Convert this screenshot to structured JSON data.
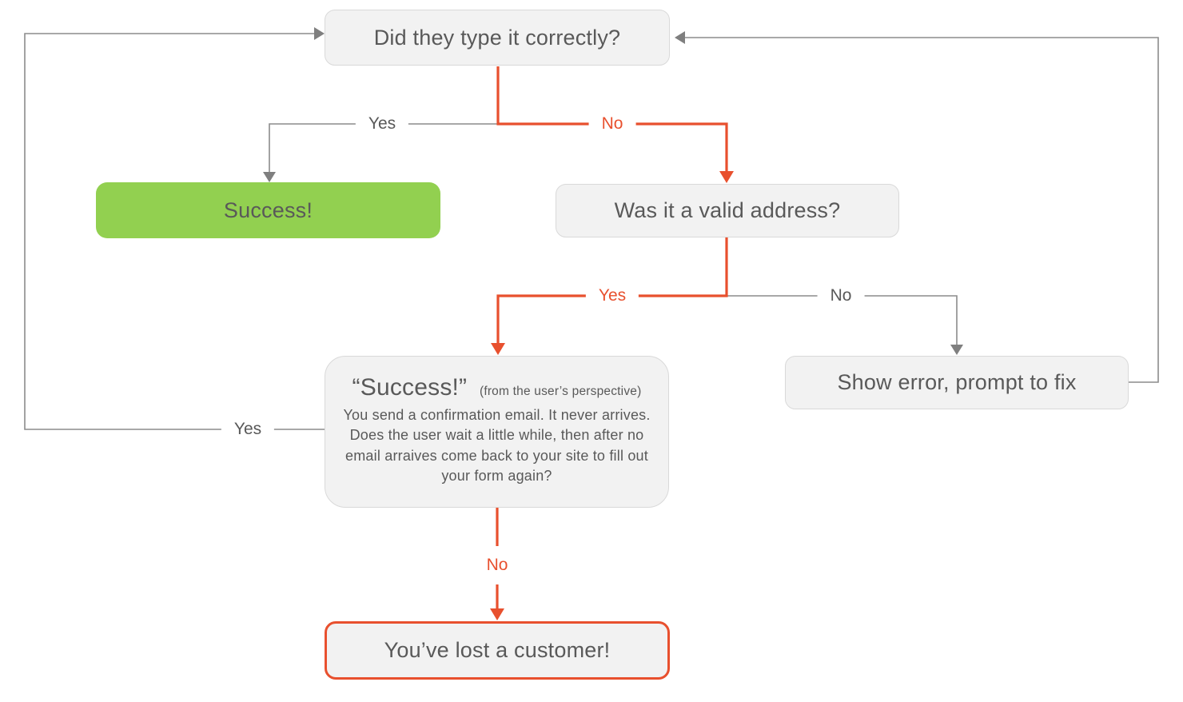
{
  "diagram": {
    "title_hint": "Email confirmation flowchart",
    "nodes": {
      "q1": {
        "label": "Did they type it correctly?"
      },
      "success": {
        "label": "Success!"
      },
      "q2": {
        "label": "Was it a valid address?"
      },
      "pseudo": {
        "title": "“Success!”",
        "subtitle": "(from the user’s perspective)",
        "body": "You send a confirmation email. It never arrives. Does the user wait a little while, then after no email arraives come back to your site to fill out your form again?"
      },
      "error": {
        "label": "Show error, prompt to fix"
      },
      "lost": {
        "label": "You’ve lost a customer!"
      }
    },
    "edge_labels": {
      "q1_yes": "Yes",
      "q1_no": "No",
      "q2_yes": "Yes",
      "q2_no": "No",
      "loop_yes": "Yes",
      "lost_no": "No"
    },
    "colors": {
      "accent_red": "#e8502e",
      "success_green": "#92d050",
      "line_gray": "#8c8c8c",
      "text_gray": "#595959",
      "node_fill": "#f2f2f2",
      "node_border": "#d9d9d9"
    }
  }
}
